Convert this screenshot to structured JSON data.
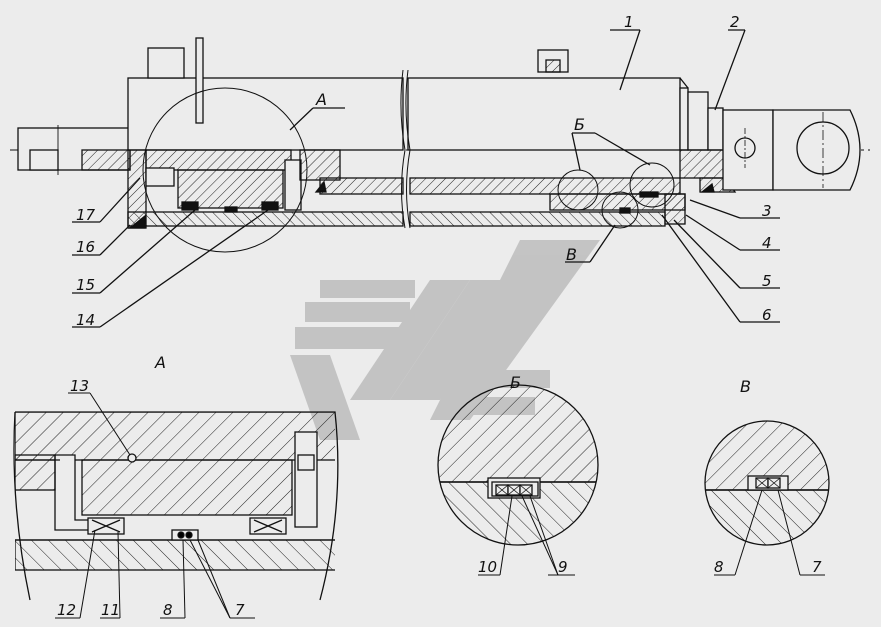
{
  "colors": {
    "background": "#ececec",
    "line": "#111111",
    "watermark": "#b8b8b8"
  },
  "main_view": {
    "part_labels": [
      "1",
      "2",
      "3",
      "4",
      "5",
      "6",
      "14",
      "15",
      "16",
      "17"
    ],
    "section_callouts": [
      "А",
      "Б",
      "В"
    ]
  },
  "detail_a": {
    "title": "А",
    "labels": [
      "13",
      "12",
      "11",
      "8",
      "7"
    ]
  },
  "detail_b": {
    "title": "Б",
    "labels": [
      "10",
      "9"
    ]
  },
  "detail_v": {
    "title": "В",
    "labels": [
      "8",
      "7"
    ]
  }
}
